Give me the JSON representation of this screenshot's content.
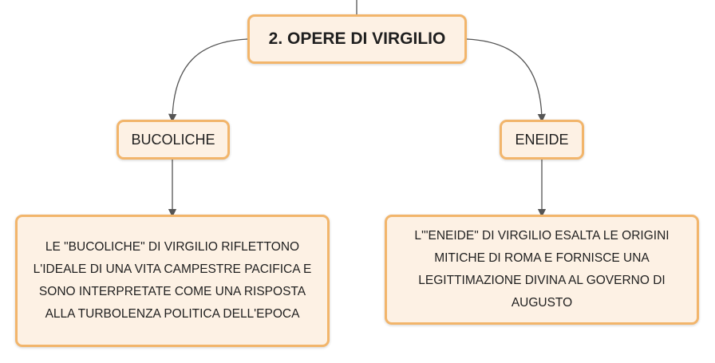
{
  "diagram": {
    "root": {
      "label": "2. OPERE DI VIRGILIO"
    },
    "bucoliche": {
      "label": "BUCOLICHE",
      "description": "LE \"BUCOLICHE\" DI VIRGILIO RIFLETTONO L'IDEALE DI UNA VITA CAMPESTRE PACIFICA E SONO INTERPRETATE COME UNA RISPOSTA ALLA TURBOLENZA POLITICA DELL'EPOCA"
    },
    "eneide": {
      "label": "ENEIDE",
      "description": "L'\"ENEIDE\" DI VIRGILIO ESALTA LE ORIGINI MITICHE DI ROMA E FORNISCE UNA LEGITTIMAZIONE DIVINA AL GOVERNO DI AUGUSTO"
    },
    "colors": {
      "node_fill": "#fdf1e4",
      "node_border": "#f2b56b",
      "connector": "#555555"
    }
  }
}
